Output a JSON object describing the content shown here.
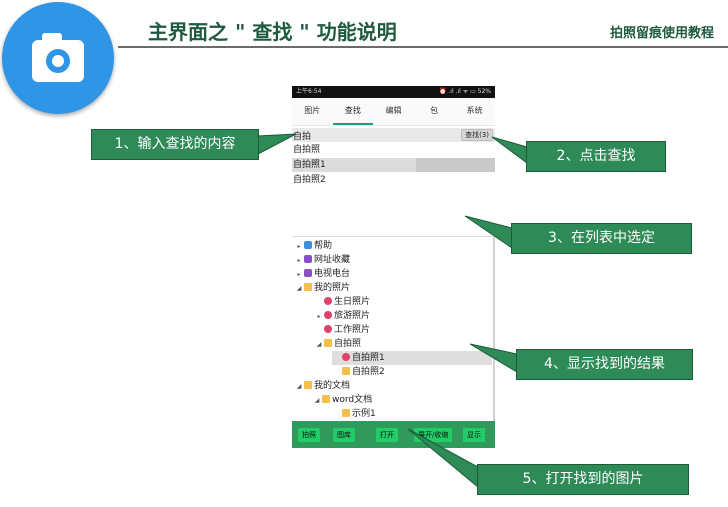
{
  "header": {
    "title": "主界面之 \" 查找 \" 功能说明",
    "subtitle": "拍照留痕使用教程",
    "logo_icon": "camera-icon"
  },
  "statusbar": {
    "time": "上午6:54",
    "right": "⏰ .ıl .ıl ᯤ ▭ 52%"
  },
  "tabs": [
    "图片",
    "查找",
    "编辑",
    "包",
    "系统"
  ],
  "active_tab": "查找",
  "search": {
    "value": "自拍",
    "button": "查找(3)"
  },
  "results": [
    "自拍照",
    "自拍照1",
    "自拍照2"
  ],
  "tree": [
    {
      "label": "帮助",
      "arrow": "▸",
      "icon": "help-icon"
    },
    {
      "label": "网址收藏",
      "arrow": "▸",
      "icon": "bookmark-icon"
    },
    {
      "label": "电视电台",
      "arrow": "▸",
      "icon": "tv-icon"
    },
    {
      "label": "我的照片",
      "arrow": "◢",
      "icon": "folder-icon"
    },
    {
      "label": "生日照片",
      "arrow": "",
      "icon": "picture-icon"
    },
    {
      "label": "旅游照片",
      "arrow": "▸",
      "icon": "picture-icon"
    },
    {
      "label": "工作照片",
      "arrow": "",
      "icon": "picture-icon"
    },
    {
      "label": "自拍照",
      "arrow": "◢",
      "icon": "folder-icon"
    },
    {
      "label": "自拍照1",
      "arrow": "",
      "icon": "picture-icon"
    },
    {
      "label": "自拍照2",
      "arrow": "",
      "icon": "folder-icon"
    },
    {
      "label": "我的文档",
      "arrow": "◢",
      "icon": "folder-icon"
    },
    {
      "label": "word文档",
      "arrow": "◢",
      "icon": "folder-icon"
    },
    {
      "label": "示例1",
      "arrow": "",
      "icon": "folder-icon"
    }
  ],
  "actions": [
    "拍照",
    "图库",
    "打开",
    "展开/收缩",
    "显示"
  ],
  "callouts": {
    "c1": "1、输入查找的内容",
    "c2": "2、点击查找",
    "c3": "3、在列表中选定",
    "c4": "4、显示找到的结果",
    "c5": "5、打开找到的图片"
  },
  "colors": {
    "callout_bg": "#2e8b57",
    "title": "#1e5a3e",
    "action_bar": "#2f9a5c",
    "logo": "#2f95e6"
  }
}
